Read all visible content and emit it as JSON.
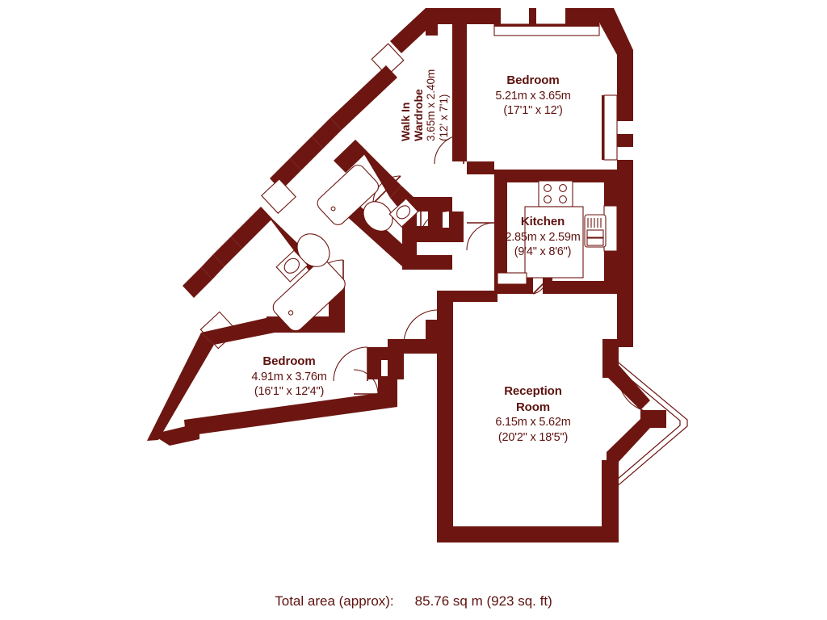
{
  "document": {
    "type": "floor-plan",
    "wall_color": "#6d1611",
    "background_color": "#ffffff",
    "text_color": "#5d120f"
  },
  "rooms": [
    {
      "key": "bedroom_main",
      "name": "Bedroom",
      "metric": "5.21m x 3.65m",
      "imperial": "(17'1\" x 12')"
    },
    {
      "key": "walk_in_wardrobe",
      "name_line_1": "Walk In",
      "name_line_2": "Wardrobe",
      "metric": "3.65m x 2.40m",
      "imperial": "(12' x 7'1)"
    },
    {
      "key": "kitchen",
      "name": "Kitchen",
      "metric": "2.85m x 2.59m",
      "imperial": "(9'4\" x 8'6\")"
    },
    {
      "key": "reception_room",
      "name_line_1": "Reception",
      "name_line_2": "Room",
      "metric": "6.15m x 5.62m",
      "imperial": "(20'2\" x 18'5\")"
    },
    {
      "key": "bedroom_two",
      "name": "Bedroom",
      "metric": "4.91m x 3.76m",
      "imperial": "(16'1\" x 12'4\")"
    }
  ],
  "footer": {
    "label": "Total area (approx):",
    "value": "85.76 sq m (923 sq. ft)"
  },
  "fixtures": [
    {
      "name": "bath-upper",
      "room": "bathroom_upper"
    },
    {
      "name": "toilet-upper",
      "room": "bathroom_upper"
    },
    {
      "name": "basin-upper",
      "room": "bathroom_upper"
    },
    {
      "name": "bath-lower",
      "room": "bathroom_lower"
    },
    {
      "name": "toilet-lower",
      "room": "bathroom_lower"
    },
    {
      "name": "basin-lower",
      "room": "bathroom_lower"
    },
    {
      "name": "hob",
      "room": "kitchen"
    },
    {
      "name": "counter",
      "room": "kitchen"
    },
    {
      "name": "fridge",
      "room": "kitchen"
    }
  ]
}
